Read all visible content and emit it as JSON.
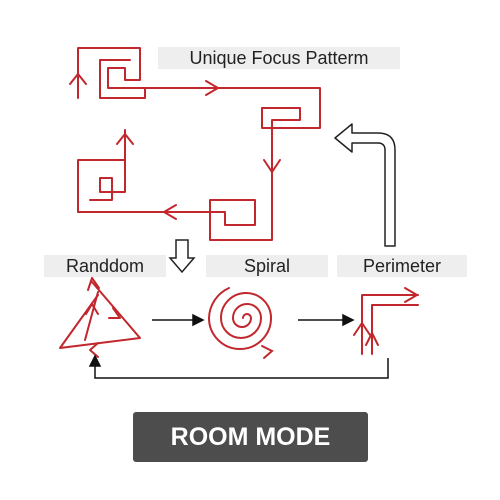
{
  "labels": {
    "focus": "Unique Focus Patterm",
    "random": "Randdom",
    "spiral": "Spiral",
    "perimeter": "Perimeter"
  },
  "mode_button": "ROOM MODE",
  "colors": {
    "path": "#c1272d",
    "arrow": "#111111",
    "label_bg": "#eeeeee",
    "button_bg": "#4d4d4d"
  }
}
